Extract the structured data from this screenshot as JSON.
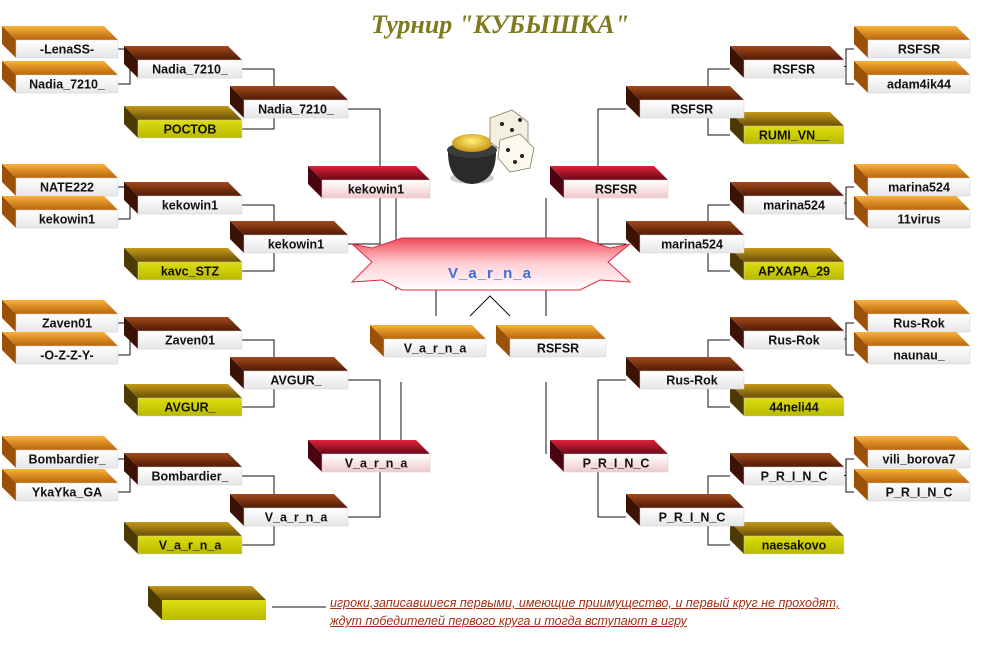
{
  "title": "Турнир \"КУБЫШКА\"",
  "center": "V_a_r_n_a",
  "icon": "pot-of-gold-and-dice-icon",
  "colors": {
    "orange": "#e9961b",
    "orange_dark": "#a95c0a",
    "brown": "#8c3b12",
    "brown_dark": "#4a1806",
    "olive": "#a88411",
    "olive_dark": "#5a4406",
    "yellow": "#c8c800",
    "red": "#b8102a",
    "red_dark": "#5c0612",
    "line": "#111111"
  },
  "left": {
    "round1": [
      "-LenaSS-",
      "Nadia_7210_",
      "NATE222",
      "kekowin1",
      "Zaven01",
      "-O-Z-Z-Y-",
      "Bombardier_",
      "YkaYka_GA"
    ],
    "round2": [
      "Nadia_7210_",
      "kekowin1",
      "Zaven01",
      "Bombardier_"
    ],
    "byes": [
      "РОСТОВ",
      "kavc_STZ",
      "AVGUR_",
      "V_a_r_n_a"
    ],
    "round3": [
      "Nadia_7210_",
      "kekowin1",
      "AVGUR_",
      "V_a_r_n_a"
    ],
    "round4": [
      "kekowin1",
      "V_a_r_n_a"
    ],
    "semifinal": "V_a_r_n_a"
  },
  "right": {
    "round1": [
      "RSFSR",
      "adam4ik44",
      "marina524",
      "11virus",
      "Rus-Rok",
      "naunau_",
      "vili_borova7",
      "P_R_I_N_C"
    ],
    "round2": [
      "RSFSR",
      "marina524",
      "Rus-Rok",
      "P_R_I_N_C"
    ],
    "byes": [
      "RUMI_VN__",
      "APXAPA_29",
      "44neli44",
      "naesakovo"
    ],
    "round3": [
      "RSFSR",
      "marina524",
      "Rus-Rok",
      "P_R_I_N_C"
    ],
    "round4": [
      "RSFSR",
      "P_R_I_N_C"
    ],
    "semifinal": "RSFSR"
  },
  "legend": {
    "line1": "игроки,записавшиеся первыми, имеющие приимущество, и первый круг не проходят,",
    "line2": "ждут победителей первого круга и тогда вступают в игру"
  }
}
